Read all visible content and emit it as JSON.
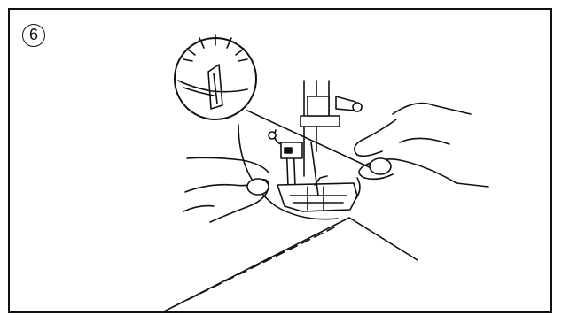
{
  "figure": {
    "step_number": "6",
    "colors": {
      "line": "#111111",
      "background": "#ffffff"
    },
    "icons": [
      "presser-foot-illustration",
      "thread-cutter-inset",
      "left-hand",
      "right-hand",
      "fabric-sheet"
    ]
  }
}
